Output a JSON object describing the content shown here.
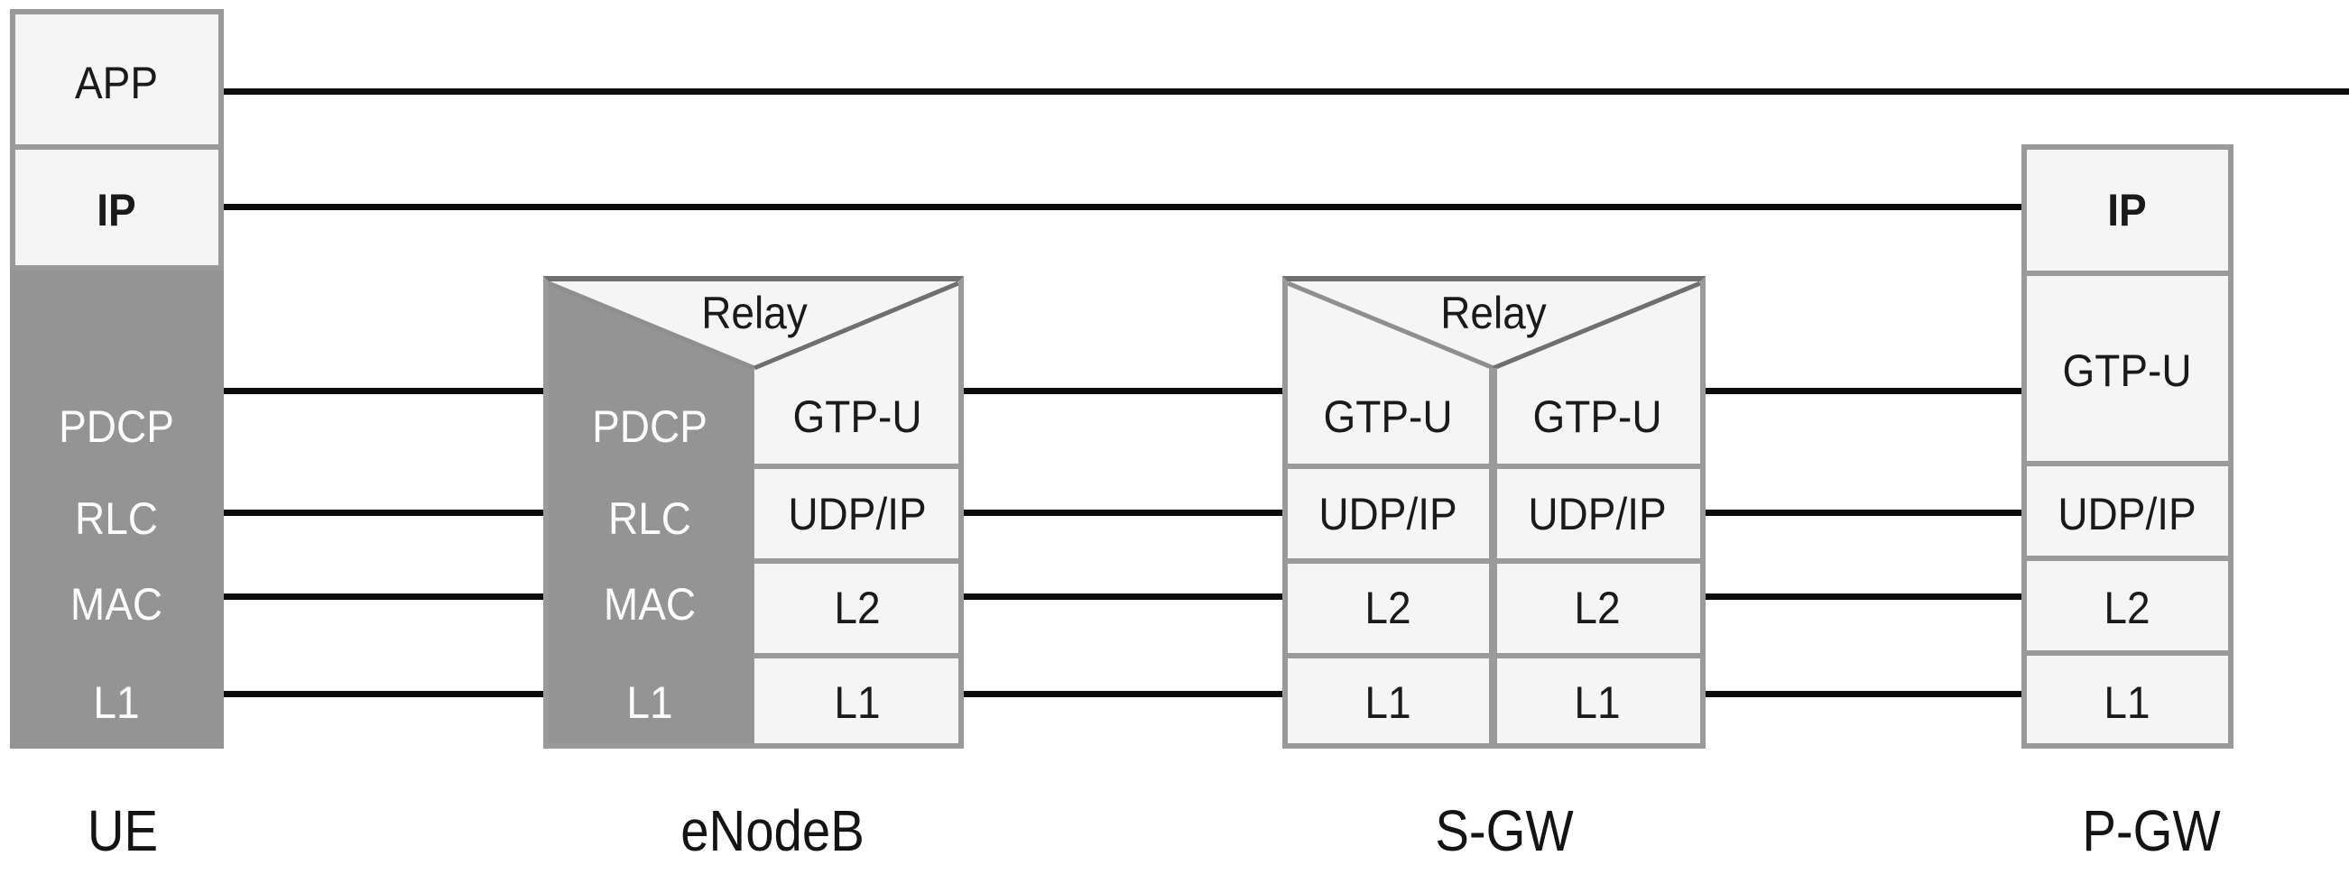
{
  "diagram": {
    "ue": {
      "label": "UE",
      "app": "APP",
      "ip": "IP",
      "pdcp": "PDCP",
      "rlc": "RLC",
      "mac": "MAC",
      "l1": "L1"
    },
    "enodeb": {
      "label": "eNodeB",
      "relay": "Relay",
      "pdcp": "PDCP",
      "rlc": "RLC",
      "mac": "MAC",
      "l1_left": "L1",
      "gtpu": "GTP-U",
      "udpip": "UDP/IP",
      "l2": "L2",
      "l1_right": "L1"
    },
    "sgw": {
      "label": "S-GW",
      "relay": "Relay",
      "left": {
        "gtpu": "GTP-U",
        "udpip": "UDP/IP",
        "l2": "L2",
        "l1": "L1"
      },
      "right": {
        "gtpu": "GTP-U",
        "udpip": "UDP/IP",
        "l2": "L2",
        "l1": "L1"
      }
    },
    "pgw": {
      "label": "P-GW",
      "ip": "IP",
      "gtpu": "GTP-U",
      "udpip": "UDP/IP",
      "l2": "L2",
      "l1": "L1"
    },
    "colors": {
      "gray_fill": "#949494",
      "light_fill": "#f5f5f5",
      "border": "#9a9a9a",
      "dark_border": "#6f6f6f",
      "line": "#0b0b0b",
      "text_dark": "#1a1a1a",
      "text_light": "#fdfdfd"
    }
  }
}
